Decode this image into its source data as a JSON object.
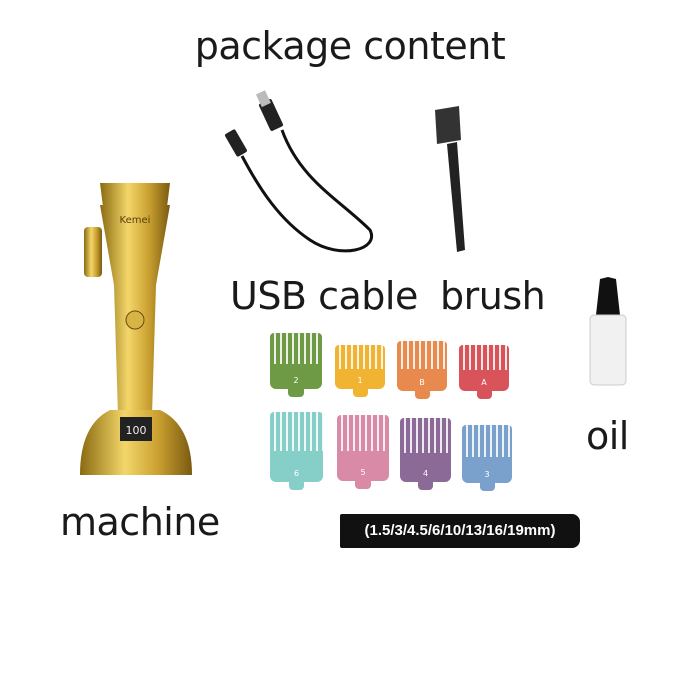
{
  "title": "package content",
  "items": {
    "usb_cable": "USB cable",
    "brush": "brush",
    "oil": "oil",
    "machine": "machine"
  },
  "machine_brand": "Kemei",
  "machine_display": "100",
  "guide_sizes": "(1.5/3/4.5/6/10/13/16/19mm)",
  "guides": [
    {
      "label": "2",
      "color": "#6f9a45"
    },
    {
      "label": "1",
      "color": "#f0b432"
    },
    {
      "label": "B",
      "color": "#e88a4e"
    },
    {
      "label": "A",
      "color": "#d9545a"
    },
    {
      "label": "6",
      "color": "#86cfc9"
    },
    {
      "label": "5",
      "color": "#d98aa6"
    },
    {
      "label": "4",
      "color": "#8c6a98"
    },
    {
      "label": "3",
      "color": "#7aa0cc"
    }
  ]
}
